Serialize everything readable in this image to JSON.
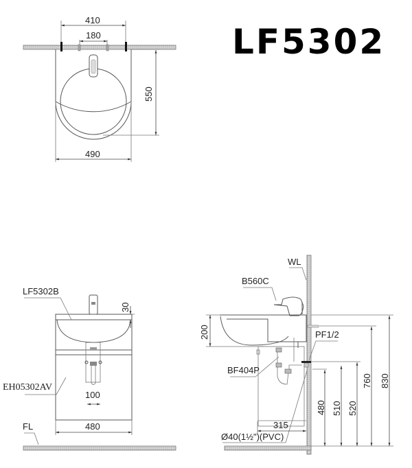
{
  "title": "LF5302",
  "top_view": {
    "dim_width_mounting": "410",
    "dim_faucet_spacing": "180",
    "dim_depth": "550",
    "dim_width": "490"
  },
  "front_view": {
    "basin_label": "LF5302B",
    "cabinet_label": "EH05302AV",
    "floor_label": "FL",
    "dim_rim": "30",
    "dim_drain": "100",
    "dim_width": "480"
  },
  "side_view": {
    "wall_label": "WL",
    "faucet_label": "B560C",
    "valve_label": "PF1/2",
    "trap_label": "BF404P",
    "pipe_label": "Ø40(1½\")(PVC)",
    "dim_basin_depth": "200",
    "dim_wall_offset": "315",
    "dim_480": "480",
    "dim_510": "510",
    "dim_520": "520",
    "dim_760": "760",
    "dim_830": "830"
  }
}
